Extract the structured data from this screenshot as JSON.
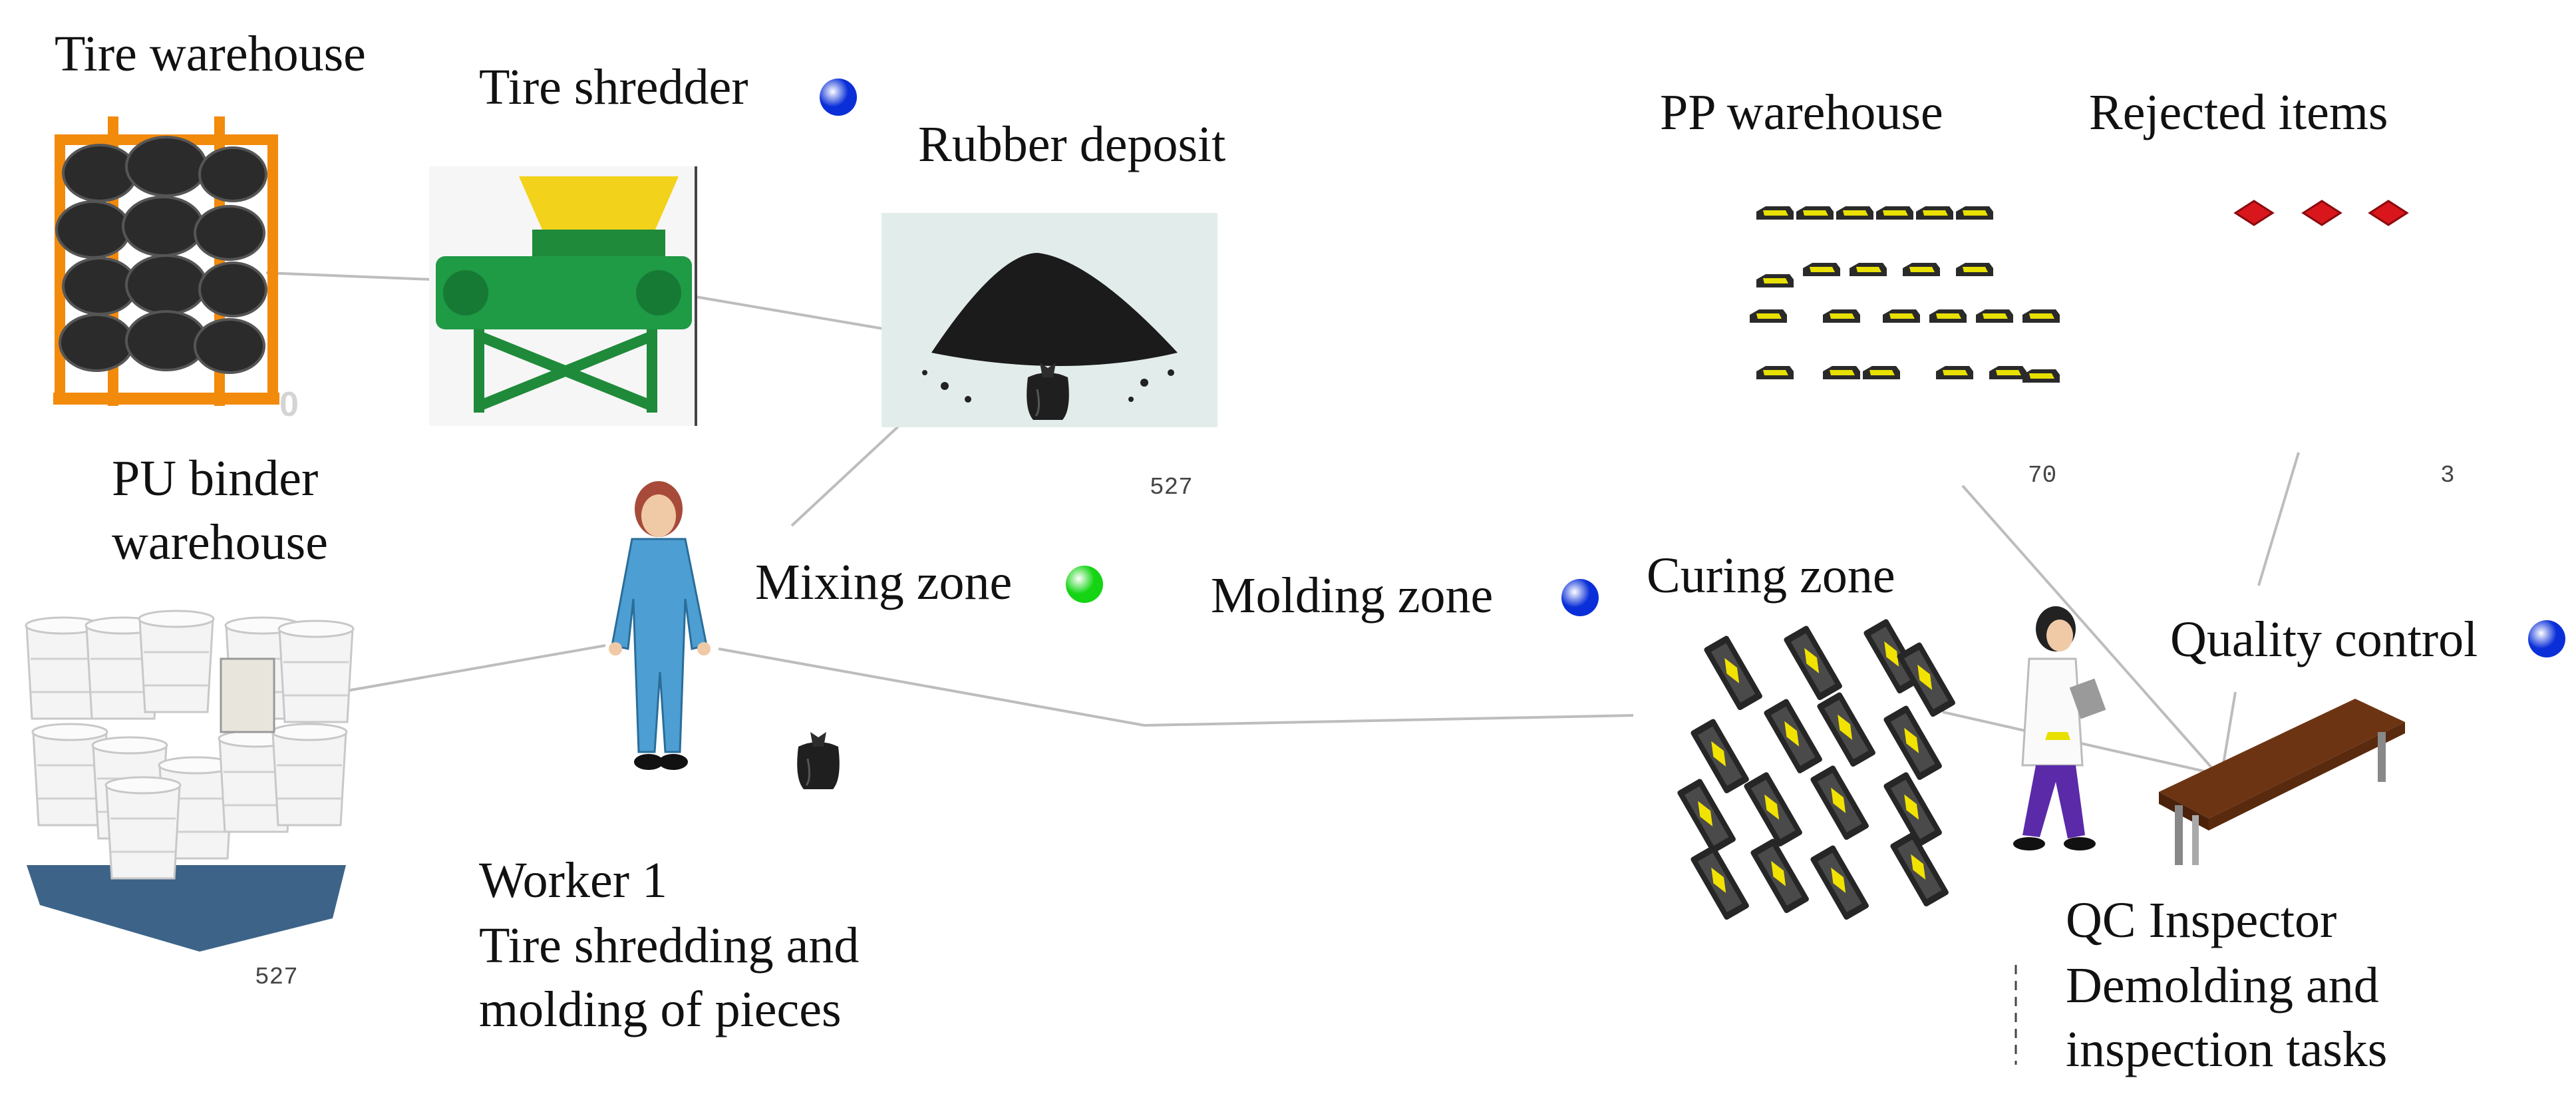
{
  "labels": {
    "tire_warehouse": "Tire warehouse",
    "tire_shredder": "Tire shredder",
    "rubber_deposit": "Rubber deposit",
    "pp_warehouse": "PP warehouse",
    "rejected_items": "Rejected items",
    "pu_binder_line1": "PU binder",
    "pu_binder_line2": "warehouse",
    "mixing_zone": "Mixing zone",
    "molding_zone": "Molding zone",
    "curing_zone": "Curing zone",
    "quality_control": "Quality control",
    "worker_line1": "Worker 1",
    "worker_line2": "Tire shredding and",
    "worker_line3": "molding of pieces",
    "qc_line1": "QC Inspector",
    "qc_line2": "Demolding and",
    "qc_line3": "inspection tasks"
  },
  "counts": {
    "tire_warehouse": "0",
    "rubber_deposit": "527",
    "pu_binder": "527",
    "pp_warehouse": "70",
    "rejected_items": "3"
  },
  "status_colors": {
    "tire_shredder": "#0a2fd8",
    "mixing_zone": "#14d414",
    "molding_zone": "#0a2fd8",
    "quality_control": "#0a2fd8"
  }
}
